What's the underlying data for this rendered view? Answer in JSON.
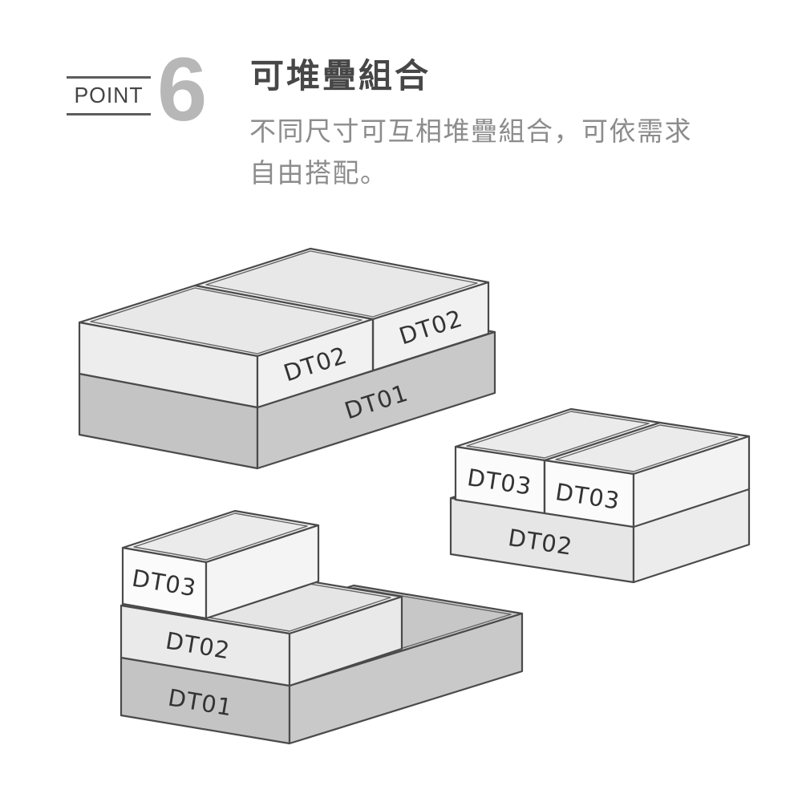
{
  "header": {
    "point_label": "POINT",
    "point_number": "6",
    "title": "可堆疊組合",
    "description_line1": "不同尺寸可互相堆疊組合，可依需求",
    "description_line2": "自由搭配。"
  },
  "colors": {
    "accent_number_gray": "#b7b7b7",
    "title_text": "#474747",
    "body_text": "#8c8c8c",
    "outline": "#4a4a4a",
    "dt01_fill": "#c6c6c6",
    "dt02_fill": "#ebebeb",
    "dt03_fill": "#fafafa",
    "label_text": "#333333"
  },
  "figures": [
    {
      "name": "two-dt02-stacked-on-dt01",
      "labels": [
        "DT02",
        "DT02",
        "DT01"
      ]
    },
    {
      "name": "two-dt03-stacked-on-dt02",
      "labels": [
        "DT03",
        "DT03",
        "DT02"
      ]
    },
    {
      "name": "dt03-on-dt02-on-dt01",
      "labels": [
        "DT03",
        "DT02",
        "DT01"
      ]
    }
  ]
}
